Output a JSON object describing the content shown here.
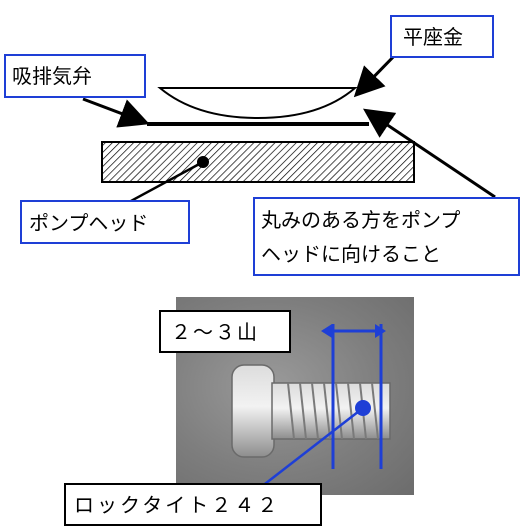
{
  "labels": {
    "washer": "平座金",
    "valve": "吸排気弁",
    "pump_head": "ポンプヘッド",
    "note_line1": "丸みのある方をポンプ",
    "note_line2": "ヘッドに向けること",
    "threads": "２～３山",
    "loctite": "ロックタイト２４２"
  },
  "colors": {
    "callout_border": "#1e3fd6",
    "marker": "#1e3fd6",
    "pump_head_fill": "hatched"
  }
}
